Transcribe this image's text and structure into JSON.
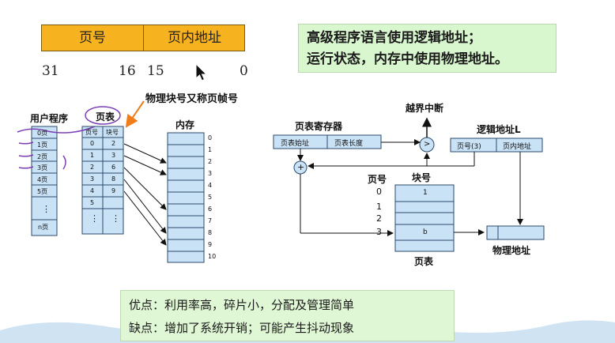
{
  "address": {
    "page_no": "页号",
    "offset": "页内地址",
    "bit_31": "31",
    "bit_16": "16",
    "bit_15": "15",
    "bit_0": "0"
  },
  "note": {
    "line1": "高级程序语言使用逻辑地址；",
    "line2": "运行状态，内存中使用物理地址。"
  },
  "left_diagram": {
    "user_program": "用户程序",
    "page_table": "页表",
    "memory": "内存",
    "frame_note": "物理块号又称页帧号",
    "pages": [
      "0页",
      "1页",
      "2页",
      "3页",
      "4页",
      "5页",
      "⋮",
      "n页"
    ],
    "table_headers": [
      "页号",
      "块号"
    ],
    "table_rows": [
      [
        "0",
        "2"
      ],
      [
        "1",
        "3"
      ],
      [
        "2",
        "6"
      ],
      [
        "3",
        "8"
      ],
      [
        "4",
        "9"
      ],
      [
        "5",
        ""
      ],
      [
        "⋮",
        "⋮"
      ]
    ],
    "memory_labels": [
      "0",
      "1",
      "2",
      "3",
      "4",
      "5",
      "6",
      "7",
      "8",
      "9",
      "10"
    ]
  },
  "right_diagram": {
    "out_of_bounds": "越界中断",
    "page_table_register": "页表寄存器",
    "table_start": "页表始址",
    "table_length": "页表长度",
    "logical_address": "逻辑地址L",
    "page_no_3": "页号(3)",
    "offset": "页内地址",
    "compare": ">",
    "plus": "+",
    "page_no": "页号",
    "block_no": "块号",
    "row_labels": [
      "0",
      "1",
      "2",
      "3"
    ],
    "row_values": [
      "1",
      "",
      "",
      "b"
    ],
    "page_table": "页表",
    "physical_address": "物理地址"
  },
  "summary": {
    "pros": "优点：利用率高，碎片小，分配及管理简单",
    "cons": "缺点：增加了系统开销；可能产生抖动现象"
  }
}
